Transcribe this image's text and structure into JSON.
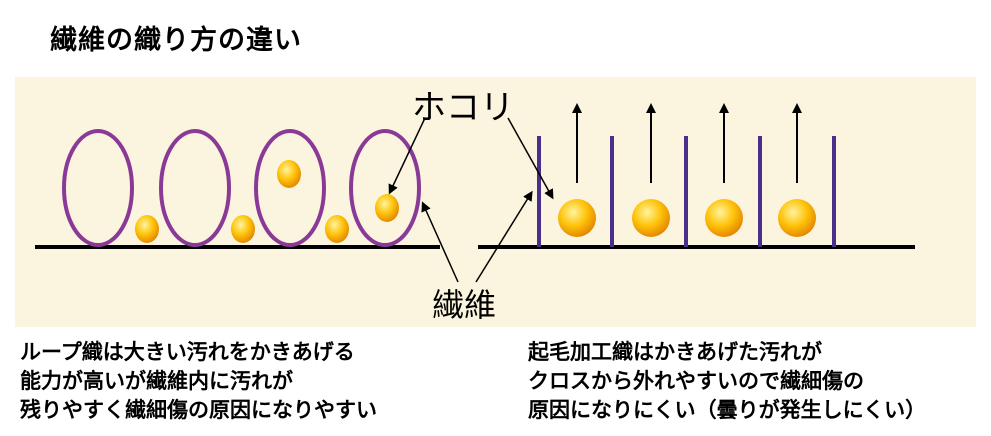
{
  "title": "繊維の織り方の違い",
  "labels": {
    "dust": "ホコリ",
    "fiber": "繊維"
  },
  "descriptions": {
    "left": [
      "ループ織は大きい汚れをかきあげる",
      "能力が高いが繊維内に汚れが",
      "残りやすく繊細傷の原因になりやすい"
    ],
    "right": [
      "起毛加工織はかきあげた汚れが",
      "クロスから外れやすいので繊細傷の",
      "原因になりにくい（曇りが発生しにくい）"
    ]
  },
  "colors": {
    "panel_background": "#fbf5df",
    "loop_fiber": "#8a3a96",
    "pile_fiber": "#4a2f8a",
    "dust_particle": "#ffc30a",
    "base_line": "#000000"
  }
}
